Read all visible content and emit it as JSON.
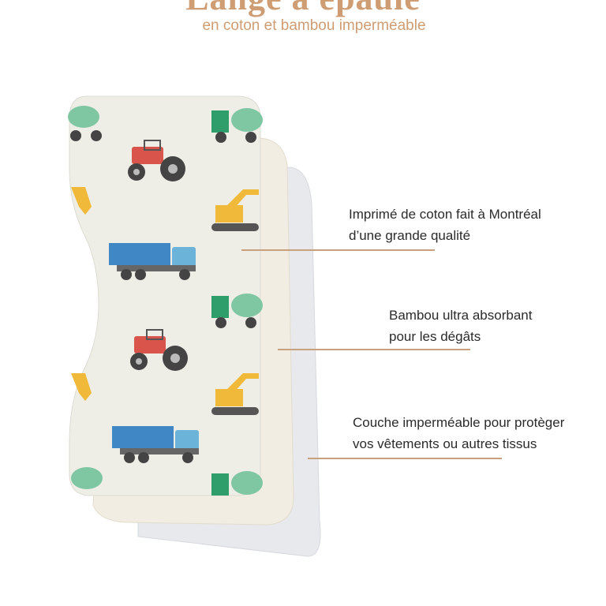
{
  "header": {
    "title": "Lange à épaule",
    "subtitle": "en coton et bambou imperméable"
  },
  "callouts": [
    {
      "line1": "Imprimé de coton fait à Montréal",
      "line2": "d’une grande qualité"
    },
    {
      "line1": "Bambou ultra absorbant",
      "line2": "pour les dégâts"
    },
    {
      "line1": "Couche imperméable pour protèger",
      "line2": "vos vêtements ou autres tissus"
    }
  ],
  "colors": {
    "accent": "#cf9d73",
    "leader_line": "#c9a07d",
    "cotton": "#eeeee6",
    "bamboo": "#f1ece0",
    "waterproof": "#e8eaee"
  }
}
